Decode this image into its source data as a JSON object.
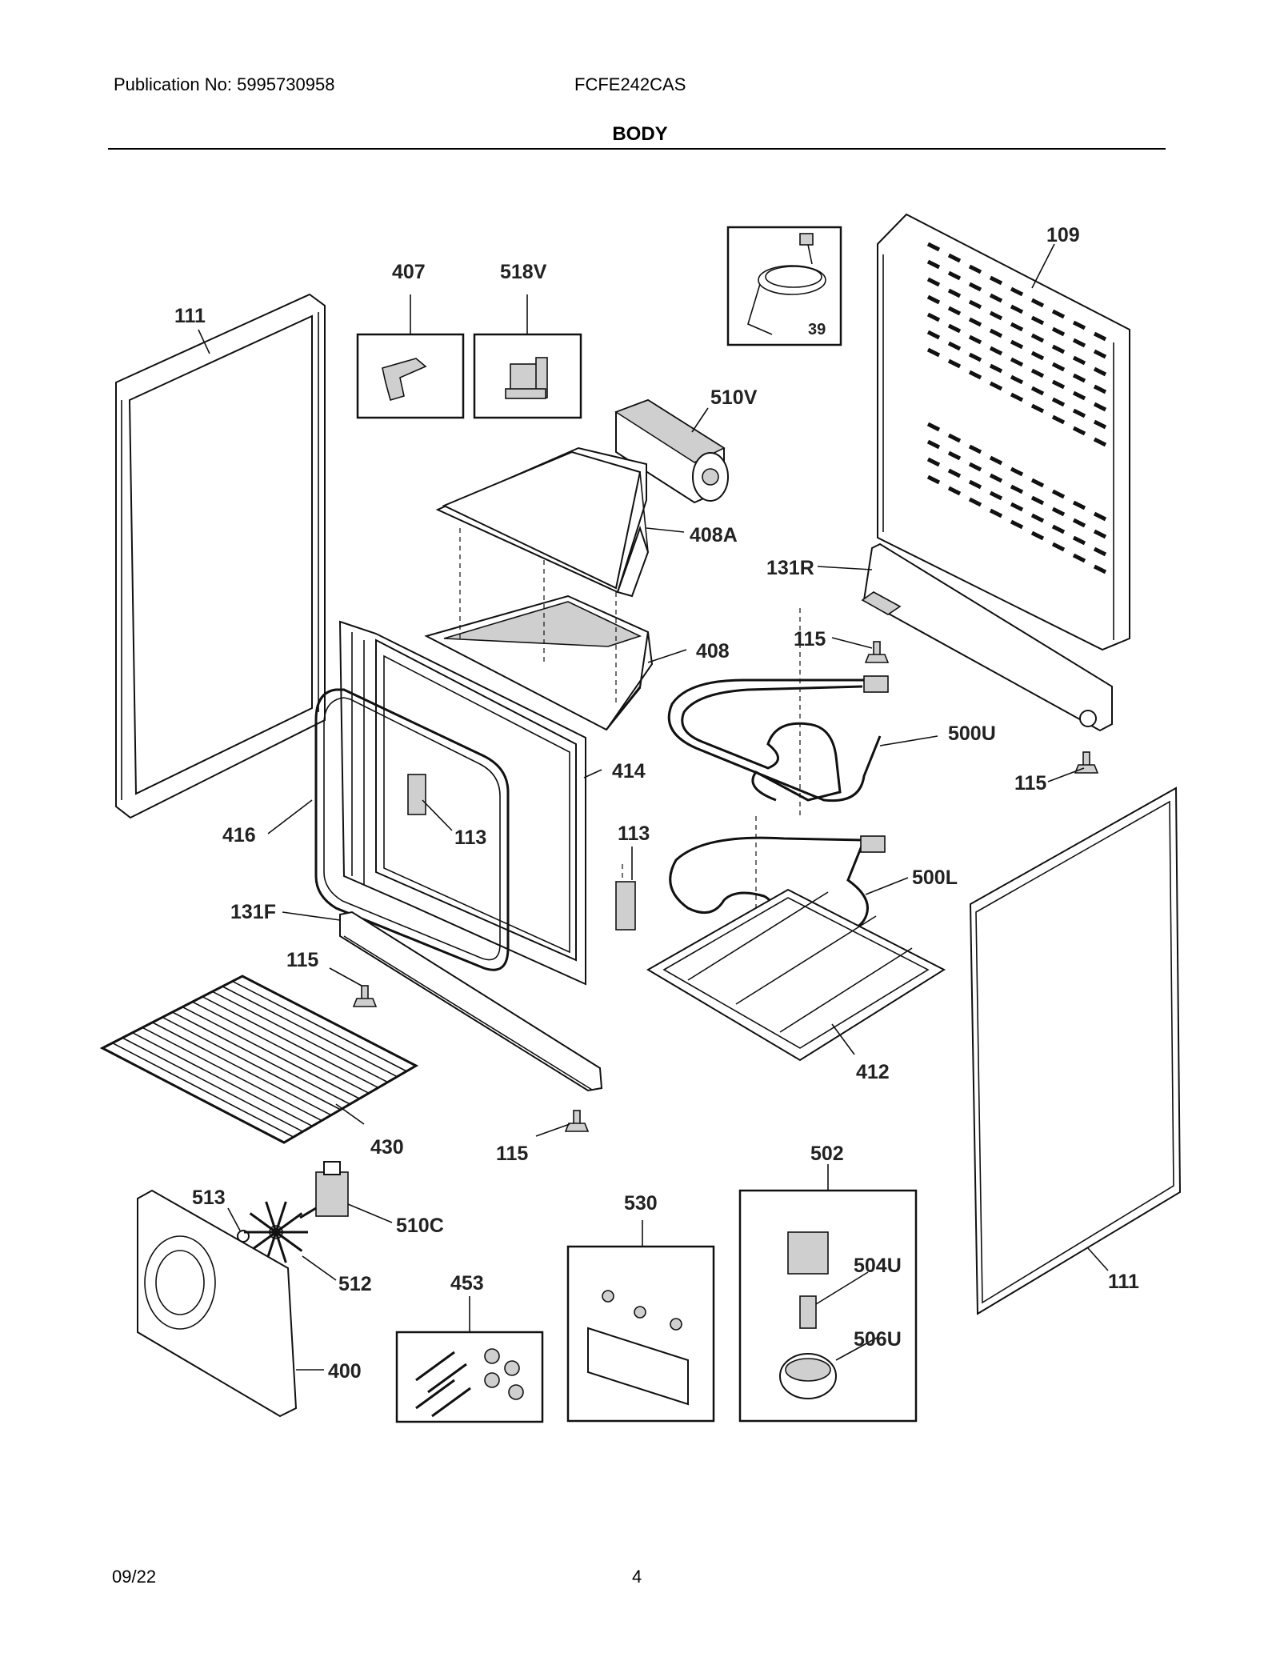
{
  "header": {
    "publication": "Publication No: 5995730958",
    "model": "FCFE242CAS",
    "section_title": "BODY"
  },
  "footer": {
    "date": "09/22",
    "page": "4"
  },
  "callouts": {
    "c111_left": "111",
    "c407": "407",
    "c518v": "518V",
    "c39": "39",
    "c109": "109",
    "c510v": "510V",
    "c408a": "408A",
    "c131r": "131R",
    "c115_a": "115",
    "c408": "408",
    "c500u": "500U",
    "c115_b": "115",
    "c414": "414",
    "c416": "416",
    "c113_a": "113",
    "c113_b": "113",
    "c500l": "500L",
    "c131f": "131F",
    "c115_c": "115",
    "c412": "412",
    "c430": "430",
    "c115_d": "115",
    "c502": "502",
    "c513": "513",
    "c510c": "510C",
    "c530": "530",
    "c504u": "504U",
    "c111_right": "111",
    "c512": "512",
    "c453": "453",
    "c506u": "506U",
    "c400": "400"
  }
}
